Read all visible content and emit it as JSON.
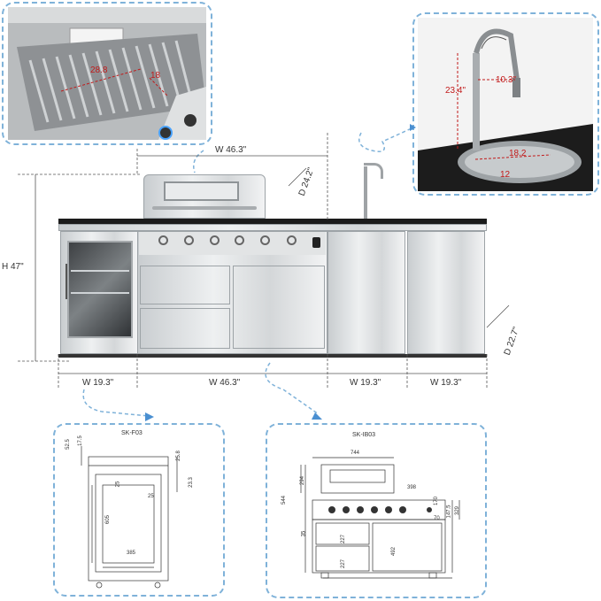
{
  "colors": {
    "dash": "#7fb2d9",
    "dimension_red": "#c21a1a",
    "steel": "#d4d7d9",
    "counter": "#1b1b1b"
  },
  "grill_photo": {
    "dim_left": "28.8",
    "dim_right": "18"
  },
  "faucet_photo": {
    "height": "23.4\"",
    "reach": "10.3\"",
    "sink_w": "18.2",
    "sink_d": "12"
  },
  "main_dims": {
    "top_width": "W 46.3\"",
    "depth_lid": "D 24.2\"",
    "height": "H 47\"",
    "depth_side": "D 22.7\"",
    "bottom": [
      "W 19.3\"",
      "W 46.3\"",
      "W 19.3\"",
      "W 19.3\""
    ]
  },
  "fridge_drawing": {
    "title": "SK-F03",
    "dims": [
      "52.5",
      "17.5",
      "25.8",
      "23.3",
      "25",
      "25",
      "605",
      "385"
    ]
  },
  "grill_drawing": {
    "title": "SK-IB03",
    "dims": [
      "744",
      "398",
      "544",
      "294",
      "170",
      "147.5",
      "329",
      "227",
      "227",
      "492",
      "70",
      "35"
    ]
  },
  "icons": [
    "dashed-arrow-icon",
    "bottle-opener-icon",
    "grill-knob-icon"
  ]
}
